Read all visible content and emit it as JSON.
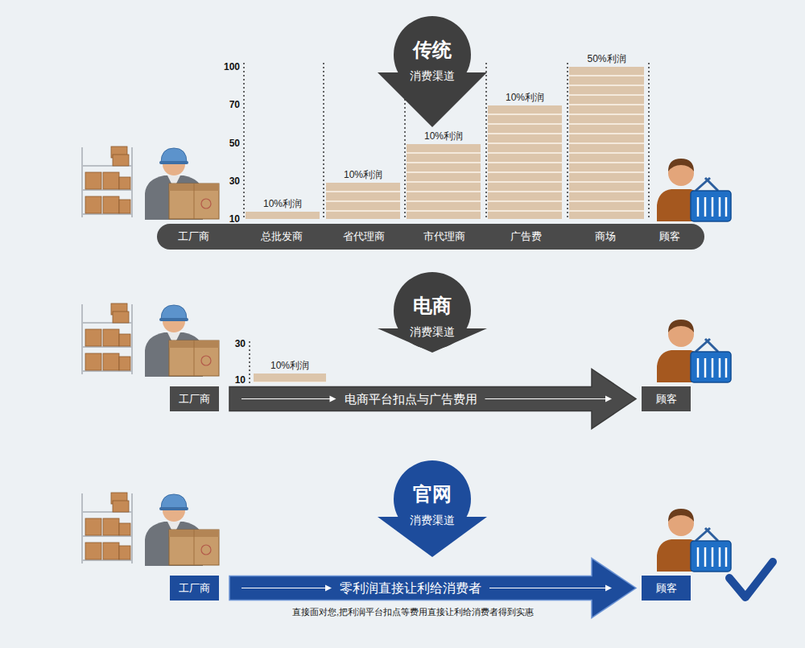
{
  "diagram": {
    "nodes": [
      {
        "text": [
          "传统",
          "消费渠道"
        ]
      },
      {
        "text": [
          "工厂商",
          "总批发商",
          "省代理商",
          "市代理商",
          "广告费",
          "商场",
          "顾客"
        ]
      },
      {
        "text": [
          "10%利润"
        ]
      },
      {
        "text": [
          "10%利润"
        ]
      },
      {
        "text": [
          "10%利润"
        ]
      },
      {
        "text": [
          "10%利润"
        ]
      },
      {
        "text": [
          "50%利润"
        ]
      },
      {
        "text": [
          "电商",
          "消费渠道"
        ]
      },
      {
        "text": [
          "10%利润"
        ]
      },
      {
        "text": [
          "工厂商"
        ]
      },
      {
        "text": [
          "顾客"
        ]
      },
      {
        "text": [
          "官网",
          "消费渠道"
        ]
      },
      {
        "text": [
          "工厂商"
        ]
      },
      {
        "text": [
          "顾客"
        ]
      }
    ],
    "edges": [
      {
        "from": 9,
        "to": 10,
        "arrow": "to",
        "label": "电商平台扣点与广告费用"
      },
      {
        "from": 12,
        "to": 13,
        "arrow": "to",
        "label": "零利润直接让利给消费者"
      }
    ],
    "labels": [
      "100",
      "70",
      "50",
      "30",
      "10",
      "30",
      "10",
      "直接面对您,把利润平台扣点等费用直接让利给消费者得到实惠"
    ]
  }
}
